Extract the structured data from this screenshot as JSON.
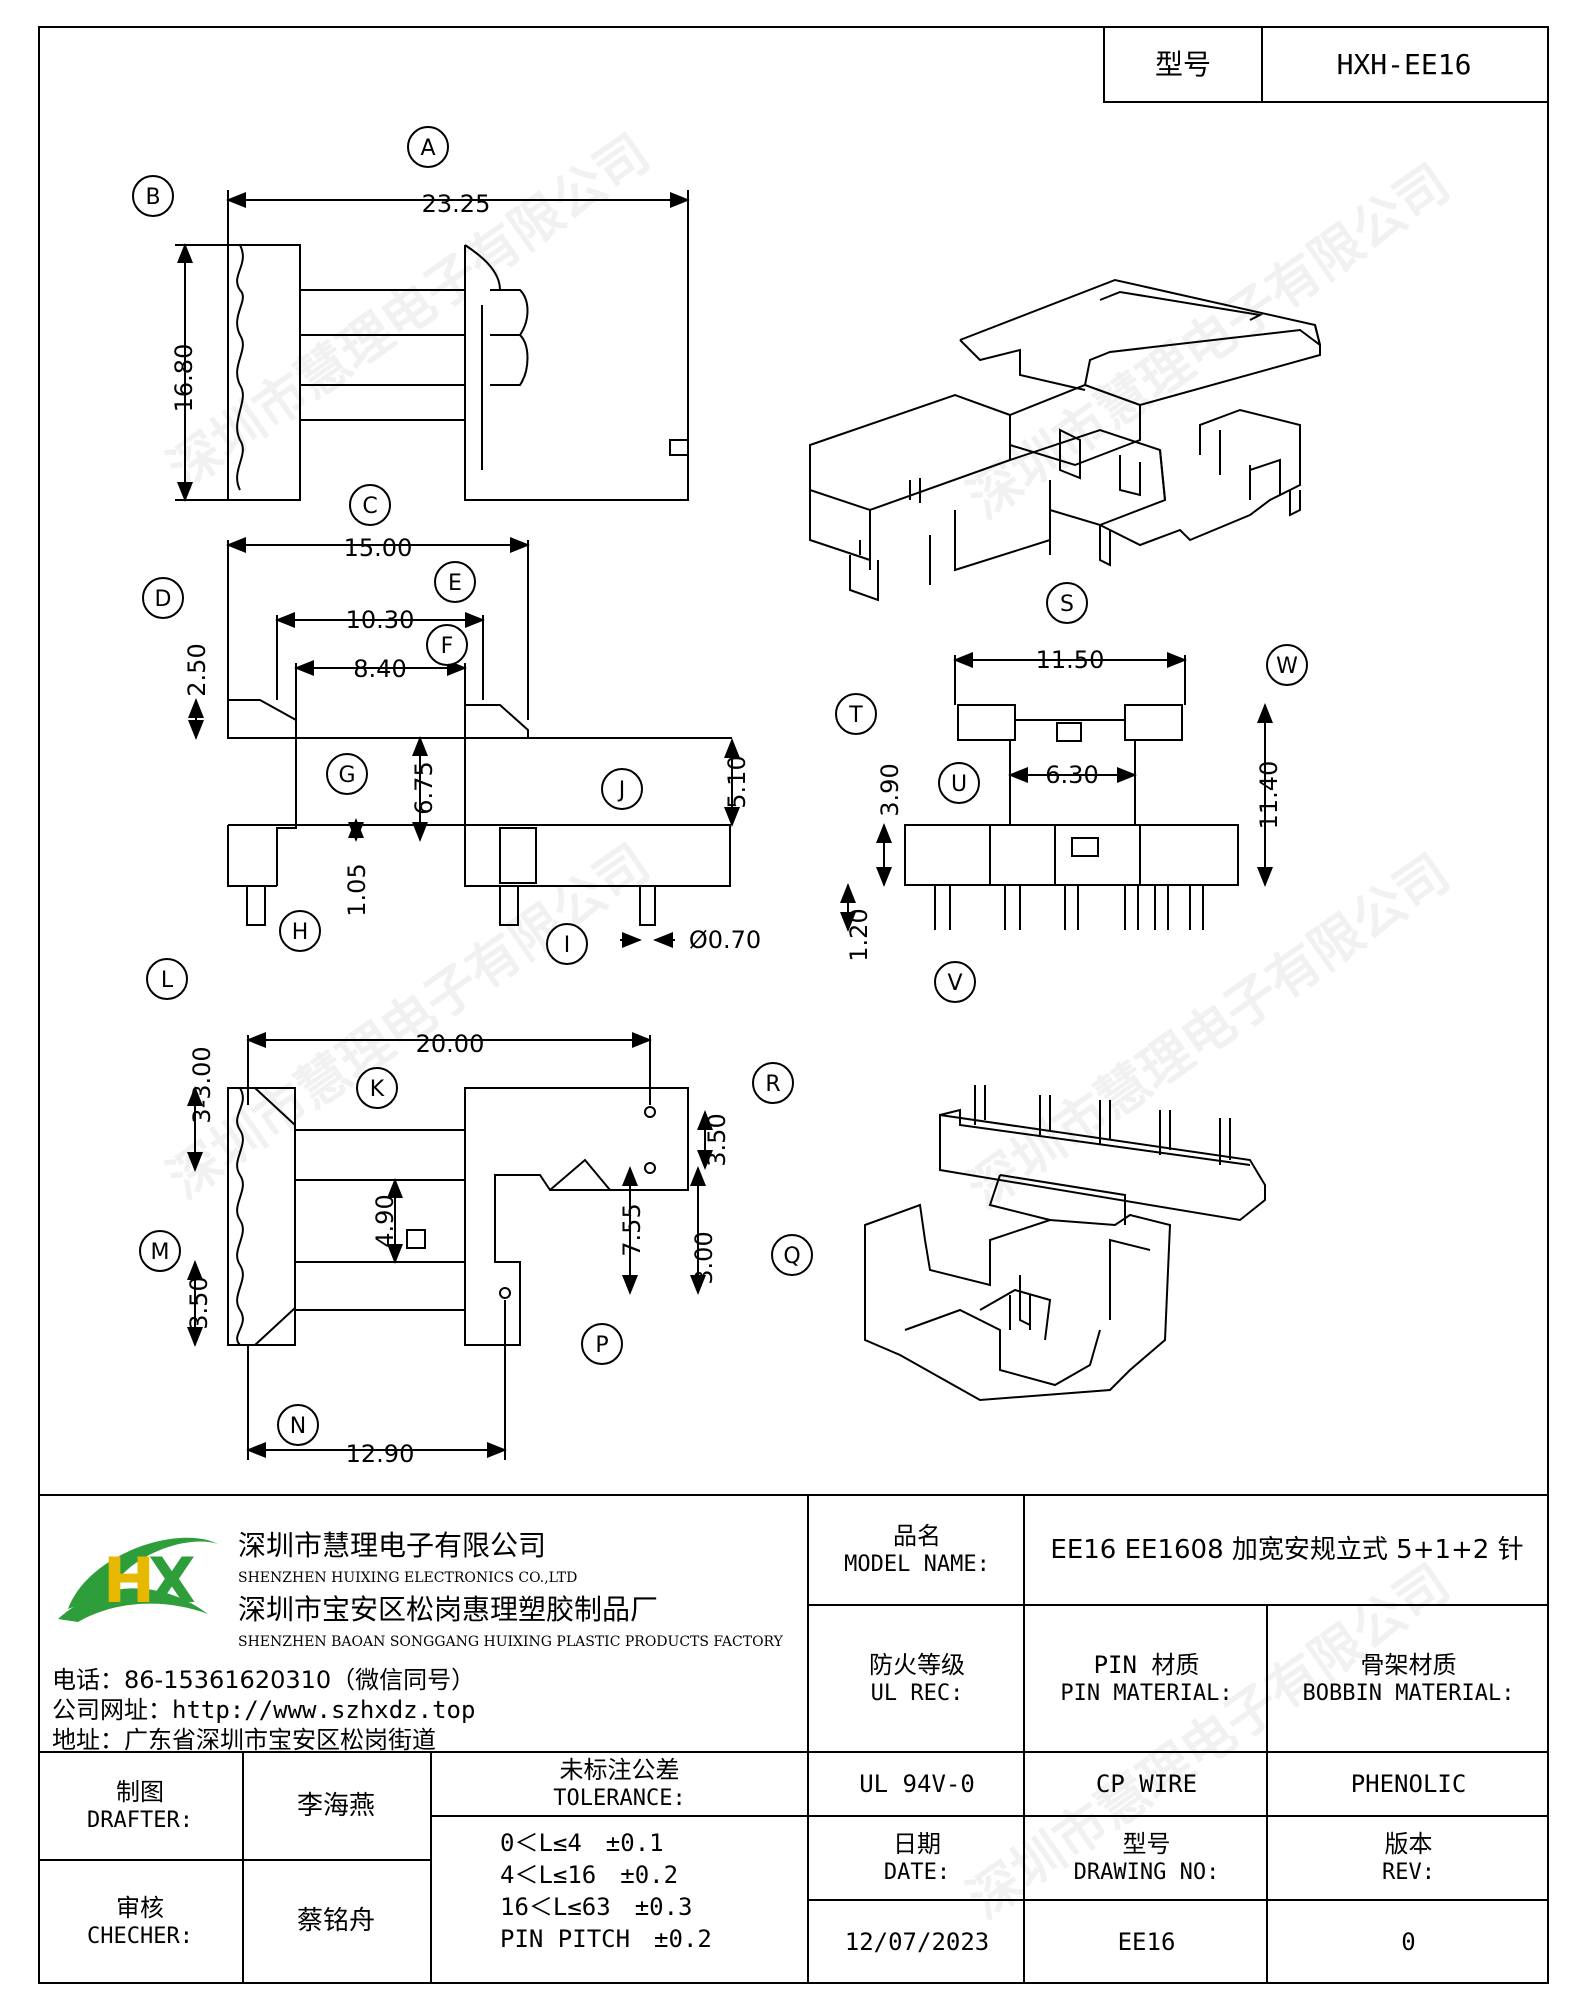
{
  "header": {
    "model_label": "型号",
    "model_value": "HXH-EE16"
  },
  "diagram": {
    "callouts": [
      "A",
      "B",
      "C",
      "D",
      "E",
      "F",
      "G",
      "H",
      "I",
      "J",
      "K",
      "L",
      "M",
      "N",
      "P",
      "Q",
      "R",
      "S",
      "T",
      "U",
      "V",
      "W"
    ],
    "dims": {
      "a": "23.25",
      "b": "16.80",
      "c": "15.00",
      "e": "10.30",
      "f": "8.40",
      "d": "2.50",
      "g": "6.75",
      "j": "5.10",
      "h": "1.05",
      "i": "Ø0.70",
      "s": "11.50",
      "u": "6.30",
      "w": "11.40",
      "t": "3.90",
      "v": "1.20",
      "k": "20.00",
      "l": "3-3.00",
      "m": "3.50",
      "n": "12.90",
      "km": "4.90",
      "p": "7.55",
      "r": "3.50",
      "q": "3.00"
    }
  },
  "watermark": "深圳市慧理电子有限公司",
  "company": {
    "name_cn": "深圳市慧理电子有限公司",
    "name_en": "SHENZHEN HUIXING ELECTRONICS CO.,LTD",
    "factory_cn": "深圳市宝安区松岗惠理塑胶制品厂",
    "factory_en": "SHENZHEN BAOAN SONGGANG HUIXING PLASTIC PRODUCTS FACTORY",
    "phone": "电话：86-15361620310（微信同号）",
    "website": "公司网址：http://www.szhxdz.top",
    "address": "地址：广东省深圳市宝安区松岗街道",
    "logo_text": "HX"
  },
  "title_block": {
    "model_name_cn": "品名",
    "model_name_en": "MODEL NAME:",
    "model_name_value": "EE16 EE1608 加宽安规立式 5+1+2 针",
    "ul_cn": "防火等级",
    "ul_en": "UL REC:",
    "ul_value": "UL 94V-0",
    "pin_cn": "PIN 材质",
    "pin_en": "PIN MATERIAL:",
    "pin_value": "CP WIRE",
    "bobbin_cn": "骨架材质",
    "bobbin_en": "BOBBIN MATERIAL:",
    "bobbin_value": "PHENOLIC",
    "drafter_cn": "制图",
    "drafter_en": "DRAFTER:",
    "drafter_value": "李海燕",
    "checker_cn": "审核",
    "checker_en": "CHECHER:",
    "checker_value": "蔡铭舟",
    "tolerance_cn": "未标注公差",
    "tolerance_en": "TOLERANCE:",
    "tolerance_lines": [
      "0＜L≤4　±0.1",
      "4＜L≤16　±0.2",
      "16＜L≤63　±0.3",
      "PIN PITCH　±0.2"
    ],
    "date_cn": "日期",
    "date_en": "DATE:",
    "date_value": "12/07/2023",
    "drawing_cn": "型号",
    "drawing_en": "DRAWING NO:",
    "drawing_value": "EE16",
    "rev_cn": "版本",
    "rev_en": "REV:",
    "rev_value": "0"
  }
}
